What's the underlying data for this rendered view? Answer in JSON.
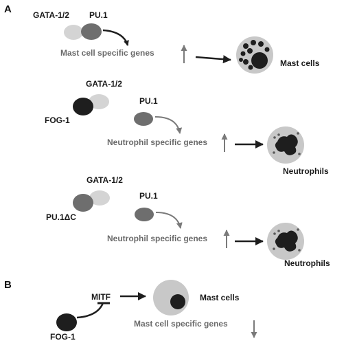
{
  "panel_a": {
    "letter": "A",
    "row1": {
      "factor_left": "GATA-1/2",
      "factor_right": "PU.1",
      "genes": "Mast cell specific genes",
      "cell": "Mast cells"
    },
    "row2": {
      "factor_top": "GATA-1/2",
      "factor_left": "FOG-1",
      "factor_pu1": "PU.1",
      "genes": "Neutrophil specific genes",
      "cell": "Neutrophils"
    },
    "row3": {
      "factor_top": "GATA-1/2",
      "factor_left": "PU.1ΔC",
      "factor_pu1": "PU.1",
      "genes": "Neutrophil specific genes",
      "cell": "Neutrophils"
    }
  },
  "panel_b": {
    "letter": "B",
    "factor_mitf": "MITF",
    "factor_fog": "FOG-1",
    "cell": "Mast cells",
    "genes": "Mast cell specific genes"
  },
  "colors": {
    "dark": "#1e1e1e",
    "mid_gray": "#6e6e6e",
    "light_gray": "#d4d4d4",
    "cell_gray": "#c8c8c8",
    "arrow_gray": "#7a7a7a",
    "text_gray": "#6b6b6b"
  }
}
